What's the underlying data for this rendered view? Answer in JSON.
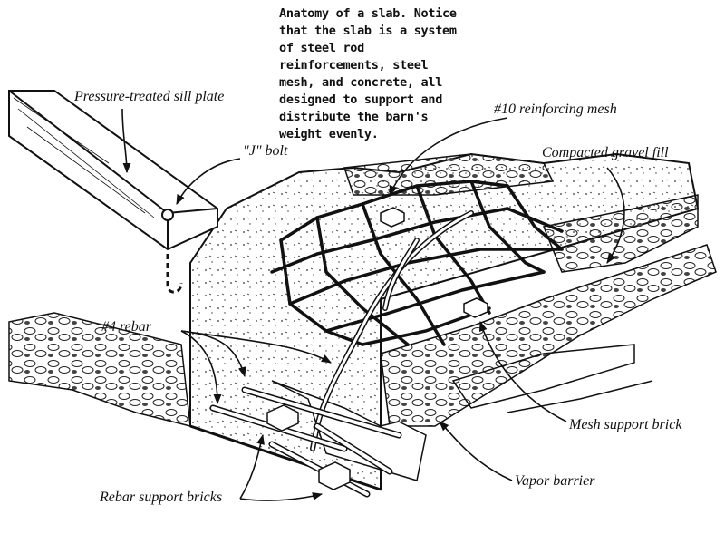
{
  "caption": "Anatomy of a slab. Notice that the slab is a system of steel rod reinforcements, steel mesh, and concrete, all designed to support and distribute the barn's weight evenly.",
  "labels": {
    "sill_plate": "Pressure-treated sill plate",
    "j_bolt": "\"J\" bolt",
    "reinforcing_mesh": "#10 reinforcing mesh",
    "gravel_fill": "Compacted gravel fill",
    "rebar": "#4 rebar",
    "mesh_support_brick": "Mesh support brick",
    "vapor_barrier": "Vapor barrier",
    "rebar_support_bricks": "Rebar support bricks"
  }
}
